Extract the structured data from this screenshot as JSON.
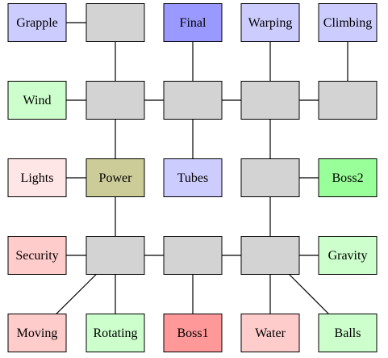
{
  "diagram": {
    "colors": {
      "junction": "#d3d3d3",
      "room_blue": "#ccccff",
      "room_final": "#9999ff",
      "room_green": "#ccffcc",
      "room_boss_green": "#99ff99",
      "room_pink": "#ffe6e6",
      "room_red": "#ffcccc",
      "room_boss_red": "#ff9999",
      "room_power": "#cccc99"
    },
    "nodes": [
      {
        "id": "grapple",
        "label": "Grapple",
        "fill": "room_blue"
      },
      {
        "id": "j-top-left",
        "label": "",
        "fill": "junction"
      },
      {
        "id": "final",
        "label": "Final",
        "fill": "room_final"
      },
      {
        "id": "warping",
        "label": "Warping",
        "fill": "room_blue"
      },
      {
        "id": "climbing",
        "label": "Climbing",
        "fill": "room_blue"
      },
      {
        "id": "wind",
        "label": "Wind",
        "fill": "room_green"
      },
      {
        "id": "j-r1-c1",
        "label": "",
        "fill": "junction"
      },
      {
        "id": "j-r1-c2",
        "label": "",
        "fill": "junction"
      },
      {
        "id": "j-r1-c3",
        "label": "",
        "fill": "junction"
      },
      {
        "id": "j-r1-c4",
        "label": "",
        "fill": "junction"
      },
      {
        "id": "lights",
        "label": "Lights",
        "fill": "room_pink"
      },
      {
        "id": "power",
        "label": "Power",
        "fill": "room_power"
      },
      {
        "id": "tubes",
        "label": "Tubes",
        "fill": "room_blue"
      },
      {
        "id": "j-r2-c3",
        "label": "",
        "fill": "junction"
      },
      {
        "id": "boss2",
        "label": "Boss2",
        "fill": "room_boss_green"
      },
      {
        "id": "security",
        "label": "Security",
        "fill": "room_red"
      },
      {
        "id": "j-r3-c1",
        "label": "",
        "fill": "junction"
      },
      {
        "id": "j-r3-c2",
        "label": "",
        "fill": "junction"
      },
      {
        "id": "j-r3-c3",
        "label": "",
        "fill": "junction"
      },
      {
        "id": "gravity",
        "label": "Gravity",
        "fill": "room_green"
      },
      {
        "id": "moving",
        "label": "Moving",
        "fill": "room_red"
      },
      {
        "id": "rotating",
        "label": "Rotating",
        "fill": "room_green"
      },
      {
        "id": "boss1",
        "label": "Boss1",
        "fill": "room_boss_red"
      },
      {
        "id": "water",
        "label": "Water",
        "fill": "room_red"
      },
      {
        "id": "balls",
        "label": "Balls",
        "fill": "room_green"
      }
    ],
    "edges": [
      [
        "grapple",
        "j-top-left"
      ],
      [
        "j-top-left",
        "j-r1-c1"
      ],
      [
        "final",
        "j-r1-c2"
      ],
      [
        "warping",
        "j-r1-c3"
      ],
      [
        "climbing",
        "j-r1-c4"
      ],
      [
        "wind",
        "j-r1-c1"
      ],
      [
        "j-r1-c1",
        "j-r1-c2"
      ],
      [
        "j-r1-c2",
        "j-r1-c3"
      ],
      [
        "j-r1-c3",
        "j-r1-c4"
      ],
      [
        "j-r1-c1",
        "power"
      ],
      [
        "j-r1-c2",
        "tubes"
      ],
      [
        "j-r1-c3",
        "j-r2-c3"
      ],
      [
        "lights",
        "power"
      ],
      [
        "j-r2-c3",
        "boss2"
      ],
      [
        "power",
        "j-r3-c1"
      ],
      [
        "j-r2-c3",
        "j-r3-c3"
      ],
      [
        "security",
        "j-r3-c1"
      ],
      [
        "j-r3-c1",
        "j-r3-c2"
      ],
      [
        "j-r3-c2",
        "j-r3-c3"
      ],
      [
        "j-r3-c3",
        "gravity"
      ],
      [
        "j-r3-c1",
        "moving"
      ],
      [
        "j-r3-c1",
        "rotating"
      ],
      [
        "j-r3-c2",
        "boss1"
      ],
      [
        "j-r3-c3",
        "water"
      ],
      [
        "j-r3-c3",
        "balls"
      ]
    ]
  }
}
